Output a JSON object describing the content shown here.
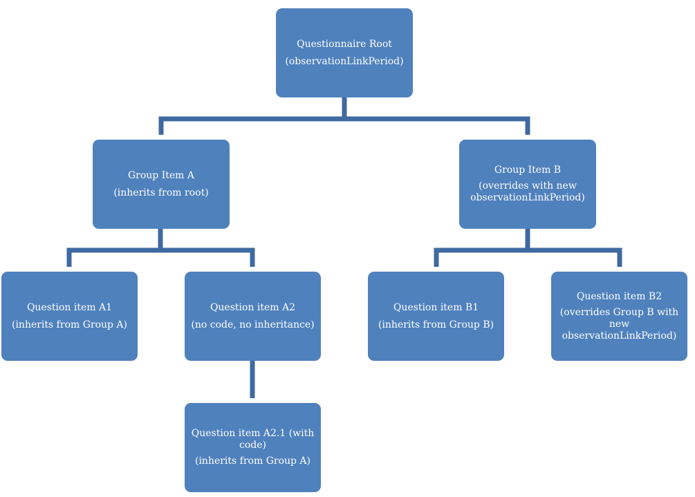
{
  "diagram": {
    "connector_color": "#3f6aa1",
    "node_color": "#4f81bd",
    "nodes": {
      "root": {
        "title": "Questionnaire Root",
        "subtitle": "(observationLinkPeriod)"
      },
      "group_a": {
        "title": "Group Item A",
        "subtitle": "(inherits from root)"
      },
      "group_b": {
        "title": "Group Item B",
        "subtitle": "(overrides with new observationLinkPeriod)"
      },
      "question_a1": {
        "title": "Question item A1",
        "subtitle": "(inherits from Group A)"
      },
      "question_a2": {
        "title": "Question item A2",
        "subtitle": "(no code, no inheritance)"
      },
      "question_b1": {
        "title": "Question item B1",
        "subtitle": "(inherits from Group B)"
      },
      "question_b2": {
        "title": "Question item B2",
        "subtitle": "(overrides Group B with new observationLinkPeriod)"
      },
      "question_a2_1": {
        "title": "Question item A2.1 (with code)",
        "subtitle": "(inherits from Group A)"
      }
    }
  }
}
